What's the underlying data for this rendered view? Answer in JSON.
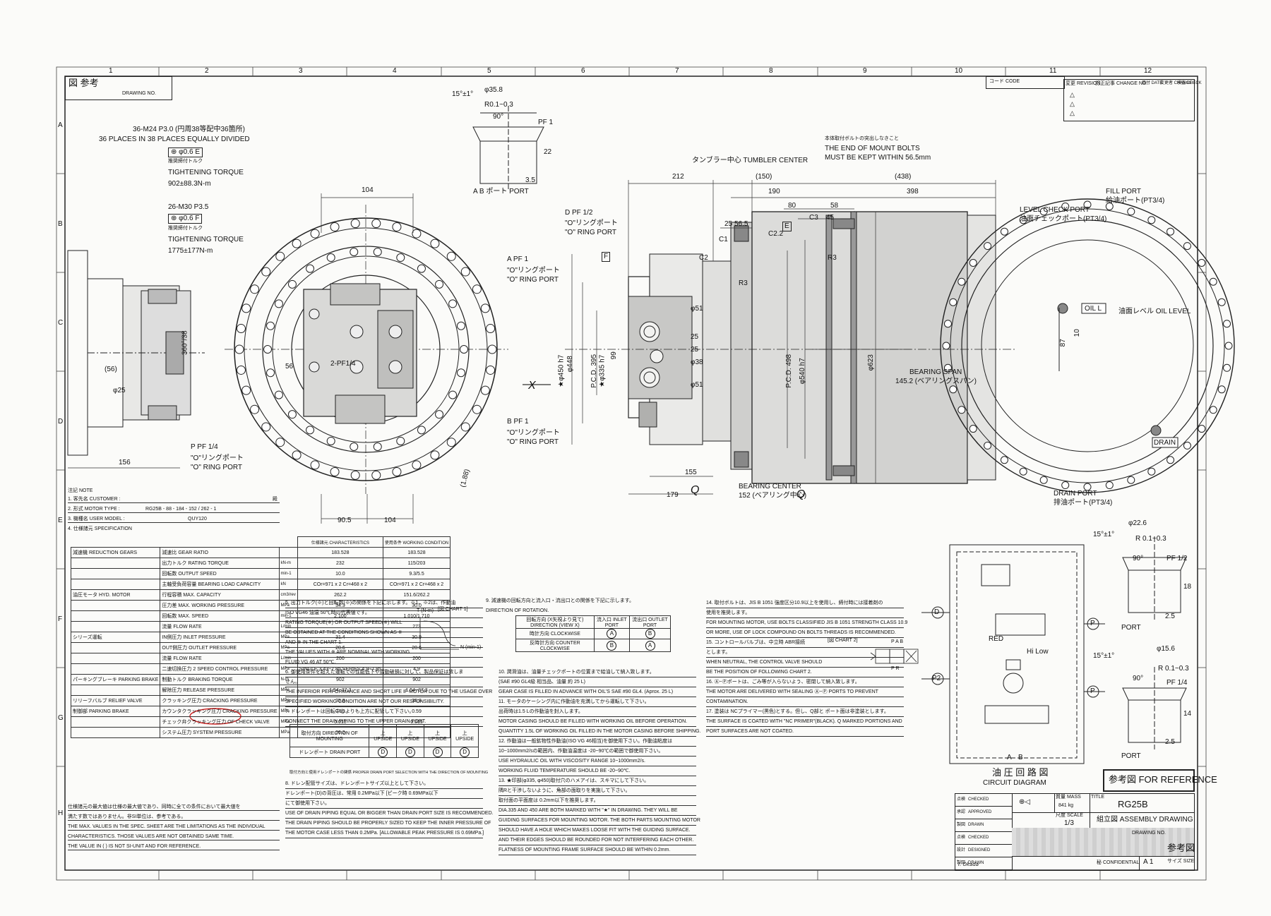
{
  "grid": {
    "cols": [
      "1",
      "2",
      "3",
      "4",
      "5",
      "6",
      "7",
      "8",
      "9",
      "10",
      "11",
      "12"
    ],
    "rows": [
      "A",
      "B",
      "C",
      "D",
      "E",
      "F",
      "G",
      "H"
    ]
  },
  "header": {
    "ref_stamp": "図 参考",
    "drawing_no_label": "DRAWING NO.",
    "code_label": "コード CODE",
    "rev_cols": [
      "変更 REVISION",
      "訂正記事 CHANGE NO.",
      "日付 DATE",
      "変更者 CHANGE",
      "検査 CHECK"
    ]
  },
  "callouts": {
    "bolts1_line1": "36-M24 P3.0 (円周38等配中36箇所)",
    "bolts1_line2": "36 PLACES IN 38 PLACES EQUALLY DIVIDED",
    "bolts1_tol": "⊕ φ0.6 E",
    "torque_jp": "推奨締付トルク",
    "torque_label": "TIGHTENING TORQUE",
    "bolts1_torque": "902±88.3N-m",
    "bolts2_line1": "26-M30 P3.5",
    "bolts2_tol": "⊕ φ0.6 F",
    "bolts2_torque": "1775±177N-m",
    "port_p": "P  PF 1/4",
    "oring_jp": "\"O\"リングポート",
    "oring_en": "\"O\" RING PORT",
    "port_d": "D  PF 1/2",
    "port_a": "A  PF 1",
    "port_b": "B  PF 1",
    "port_ab": "A B ポート PORT",
    "port_plain": "PORT",
    "tumbler_center": "タンブラー中心 TUMBLER CENTER",
    "mount_note_jp": "本体取付ボルトの突出しなきこと",
    "mount_note_en1": "THE END OF MOUNT BOLTS",
    "mount_note_en2": "MUST BE KEPT WITHIN 56.5mm",
    "bearing_span": "BEARING SPAN",
    "bearing_span_val": "145.2 (ベアリングスパン)",
    "bearing_center": "BEARING CENTER",
    "bearing_center_val": "152 (ベアリング中心)",
    "fill_port": "FILL PORT",
    "fill_port_jp": "給油ポート(PT3/4)",
    "level_port": "LEVEL CHECK PORT",
    "level_port_jp": "油面チェックポート(PT3/4)",
    "oil_level": "油面レベル OIL LEVEL",
    "oil_l": "OIL L",
    "drain": "DRAIN",
    "drain_port": "DRAIN PORT",
    "drain_port_jp": "排油ポート(PT3/4)",
    "x_mark": "X",
    "q_mark": "Q"
  },
  "dims": {
    "d104": "104",
    "d56": "(56)",
    "d25": "φ25",
    "d156": "156",
    "d90_5": "90.5",
    "d104b": "104",
    "d1_88": "(1.88)",
    "d360_38": "360°/38",
    "d56b": "56",
    "pf14": "2-PF1/4",
    "d212": "212",
    "d150": "(150)",
    "d438": "(438)",
    "d190": "190",
    "d398": "398",
    "d80": "80",
    "d58": "58",
    "d45": "45",
    "d25b": "25",
    "d56_5": "56.5",
    "d448": "φ448",
    "d450": "★φ450 h7",
    "pcd395": "P.C.D. 395",
    "d335": "★φ335 h7",
    "d99": "99",
    "d51a": "φ51",
    "d38": "φ38",
    "d51b": "φ51",
    "d25c": "25",
    "d25d": "25",
    "pcd498": "P.C.D. 498",
    "d540": "φ540 h7",
    "d623": "φ623",
    "d155": "155",
    "d179": "179",
    "d87": "87",
    "d10": "10",
    "c1": "C1",
    "c2": "C2",
    "c3": "C3",
    "c22": "C2.2",
    "r3": "R3",
    "e": "E",
    "f": "F",
    "det1_d": "φ35.8",
    "det1_a": "15°±1°",
    "det1_r": "R0.1~0.3",
    "det1_ang": "90°",
    "det1_pf": "PF 1",
    "det1_22": "22",
    "det1_3": "3.5",
    "det2_d": "φ22.6",
    "det2_r": "R 0.1~0.3",
    "det2_ang": "90°",
    "det2_pf": "PF 1/2",
    "det2_18": "18",
    "det2_2": "2.5",
    "det3_d": "φ15.6",
    "det3_r": "R 0.1~0.3",
    "det3_ang": "90°",
    "det3_pf": "PF 1/4",
    "det3_14": "14",
    "det3_2": "2.5",
    "det_a": "15°±1°"
  },
  "notes_left": {
    "title": "注記 NOTE",
    "n1_label": "1. 客先名 CUSTOMER :",
    "n1_val": "殿",
    "n2_label": "2. 形式 MOTOR TYPE :",
    "n2_val": "RG25B - 88 - 184 - 152 / 262 - 1",
    "n3_label": "3. 機種名 USER MODEL :",
    "n3_val": "QUY120",
    "n4_label": "4. 仕様諸元 SPECIFICATION",
    "col1": "仕様諸元 CHARACTERISTICS",
    "col2": "使用条件 WORKING CONDITION",
    "foot1": "仕様諸元の最大値は仕様の最大値であり、同時に全ての条件において最大値を",
    "foot2": "満たす数ではありません。非SI単位は、参考である。",
    "foot3": "THE MAX. VALUES IN THE SPEC. SHEET ARE THE LIMITATIONS AS THE INDIVIDUAL",
    "foot4": "CHARACTERISTICS. THOSE VALUES ARE NOT OBTAINED SAME TIME.",
    "foot5": "THE VALUE IN (  ) IS NOT SI-UNIT AND FOR REFERENCE."
  },
  "spec_rows": [
    {
      "group": "減速機 REDUCTION GEARS",
      "item": "減速比 GEAR RATIO",
      "unit": "",
      "v1": "183.528",
      "v2": "183.528"
    },
    {
      "group": "",
      "item": "出力トルク RATING TORQUE",
      "unit": "kN-m",
      "v1": "232",
      "v2": "115/203"
    },
    {
      "group": "",
      "item": "回転数 OUTPUT SPEED",
      "unit": "min-1",
      "v1": "10.0",
      "v2": "9.3/5.5"
    },
    {
      "group": "",
      "item": "主軸受負荷容量 BEARING LOAD CAPACITY",
      "unit": "kN",
      "v1": "COr=971 x 2 Cr=468 x 2",
      "v2": "COr=971 x 2 Cr=468 x 2"
    },
    {
      "group": "油圧モータ HYD. MOTOR",
      "item": "行程容積 MAX. CAPACITY",
      "unit": "cm3/rev",
      "v1": "262.2",
      "v2": "151.6/262.2"
    },
    {
      "group": "",
      "item": "圧力差 MAX. WORKING PRESSURE",
      "unit": "MPa",
      "v1": "34.3",
      "v2": "30.0"
    },
    {
      "group": "",
      "item": "回転数 MAX. SPEED",
      "unit": "min-1",
      "v1": "2,100",
      "v2": "1,010/1,710"
    },
    {
      "group": "",
      "item": "流量 FLOW RATE",
      "unit": "L/min",
      "v1": "",
      "v2": "273"
    },
    {
      "group": "シリーズ運転",
      "item": "IN側圧力 INLET PRESSURE",
      "unit": "MPa",
      "v1": "31.4",
      "v2": "30.9"
    },
    {
      "group": "",
      "item": "OUT側圧力 OUTLET PRESSURE",
      "unit": "MPa",
      "v1": "20.6",
      "v2": "20.6"
    },
    {
      "group": "",
      "item": "流量 FLOW RATE",
      "unit": "L/min",
      "v1": "200",
      "v2": "200"
    },
    {
      "group": "",
      "item": "二速切換圧力 2 SPEED CONTROL PRESSURE",
      "unit": "MPa",
      "v1": "SINGLE 3.43~7.85 SERIES 4.9~7.85",
      "v2": "4.9"
    },
    {
      "group": "パーキングブレーキ PARKING BRAKE",
      "item": "制動トルク BRAKING TORQUE",
      "unit": "N-m",
      "v1": "902",
      "v2": "902"
    },
    {
      "group": "",
      "item": "解除圧力 RELEASE PRESSURE",
      "unit": "MPa",
      "v1": "1.54~37.3",
      "v2": "1.54~37.3"
    },
    {
      "group": "リリーフバルブ RELIEF VALVE",
      "item": "クラッキング圧力 CRACKING PRESSURE",
      "unit": "MPa",
      "v1": "35.8",
      "v2": "35.8"
    },
    {
      "group": "制御部 PARKING BRAKE",
      "item": "カウンタクラッキング圧力 CRACKING PRESSURE",
      "unit": "MPa",
      "v1": "0.59",
      "v2": "0.59"
    },
    {
      "group": "",
      "item": "チェック弁クラッキング圧力 OF CHECK VALVE",
      "unit": "MPa",
      "v1": "0.015",
      "v2": "0.015"
    },
    {
      "group": "",
      "item": "システム圧力 SYSTEM PRESSURE",
      "unit": "MPa",
      "v1": "30.0",
      "v2": ""
    }
  ],
  "notes_mid": [
    "5. 出力トルク(※)と回転数(※)の関係を下記に示します。※1、※2は、作動油",
    "ISO VG46 油温 50℃時の代表値です。",
    "RATING TORQUE(※) OR OUTPUT SPEED(※) WILL",
    "BE OBTAINED AT THE CONDITIONS SHOWN AS ※",
    "AND ※ IN THE CHART 1.",
    "THE VALUES WITH ※ ARE NOMINAL WITH WORKING",
    "FLUID VG 46 AT 50℃.",
    "6. 御使用条件を超えた運転での性能低下や摺動破損に対して、製品保証は致しま",
    "せん。",
    "THE INFERIOR PERFORMANCE AND SHORT LIFE IF MOTOR DUE TO THE USAGE OVER",
    "SPECIFIED WORKING CONDITION ARE NOT OUR RESPONSIBILITY.",
    "7. ドレンポートは回転中心よりも上方に配管して下さい。",
    "CONNECT THE DRAIN PIPING TO THE UPPER DRAIN PORT."
  ],
  "chart1": {
    "title": "[図 CHART 1]",
    "ylabel": "T (N-m)",
    "xlabel": "N (min-1)"
  },
  "drain_table": {
    "row1": "取付方向 DIRECTION OF MOUNTING",
    "row2": "ドレンポート DRAIN PORT",
    "upside": [
      "上 UPSIDE",
      "上 UPSIDE",
      "上 UPSIDE",
      "上 UPSIDE"
    ],
    "ports": [
      "D",
      "D",
      "D",
      "D"
    ],
    "caption": "取付方向と使用ドレンポートの関係 PROPER DRAIN PORT SELECTION WITH THE DIRECTION OF MOUNTING"
  },
  "notes_mid2": [
    "8. ドレン配管サイズは、ドレンポートサイズ以上として下さい。",
    "ドレンポート(D)の背圧は、常用 0.2MPa以下 [ピーク時 0.69MPa以下",
    "にて御使用下さい。",
    "USE OF DRAIN PIPING EQUAL OR BIGGER THAN DRAIN PORT SIZE IS RECOMMENDED.",
    "THE DRAIN PIPING SHOULD BE PROPERLY SIZED TO KEEP THE INNER PRESSURE OF",
    "THE MOTOR CASE LESS THAN 0.2MPa. [ALLOWABLE PEAK PRESSURE IS 0.69MPa.]"
  ],
  "notes_9": {
    "title": "9. 減速機の回転方向と流入口・流出口との関係を下記に示します。",
    "title_en": "DIRECTION OF ROTATION.",
    "h1": "回転方向 (X矢視より見て) DIRECTION (VIEW X)",
    "h2": "流入口 INLET PORT",
    "h3": "流出口 OUTLET PORT",
    "r1": "時計方向 CLOCKWISE",
    "r1a": "A",
    "r1b": "B",
    "r2": "反時計方向 COUNTER CLOCKWISE",
    "r2a": "B",
    "r2b": "A"
  },
  "notes_right": [
    "10. 潤滑油は、油量チェックポートの位置まで給油して納入致します。",
    "(SAE #90 GL4級 相当品、油量 約 25 L)",
    "GEAR CASE IS FILLED IN ADVANCE WITH OIL'S SAE #90 GL4. (Aprox. 25 L)",
    "11. モータのケーシング内に作動油を充満してから運転して下さい。",
    "出荷時は1.5 Lの作動油を封入します。",
    "MOTOR CASING SHOULD BE FILLED WITH WORKING OIL BEFORE OPERATION.",
    "QUANTITY 1.5L OF WORKING OIL FILLED IN THE MOTOR CASING BEFORE SHIPPING.",
    "12. 作動油は一般鉱物性作動油(ISO VG 46相当)を御使用下さい。作動油粘度は",
    "10~1000mm2/sの範囲内、作動油温度は -20~90℃の範囲で御使用下さい。",
    "USE HYDRAULIC OIL WITH VISCOSITY RANGE 10~1000mm2/s.",
    "WORKING FLUID TEMPERATURE SHOULD BE -20~90℃.",
    "13. ★印部(φ335, φ450)取付穴のハメアイは、スキマにして下さい。",
    "隅Rと干渉しないように、角部の面取りを実施して下さい。",
    "取付面の平面度は 0.2mm以下を推奨します。",
    "DIA.335 AND 450 ARE BOTH MARKED WITH \"★\" IN DRAWING. THEY WILL BE",
    "GUIDING SURFACES FOR MOUNTING MOTOR. THE BOTH PARTS MOUNTING MOTOR",
    "SHOULD HAVE A HOLE WHICH MAKES LOOSE FIT WITH THE GUIDING SURFACE.",
    "AND THEIR EDGES SHOULD BE ROUNDED FOR NOT INTERFERING EACH OTHER.",
    "FLATNESS OF MOUNTING FRAME SURFACE SHOULD BE WITHIN 0.2mm."
  ],
  "notes_far": [
    "14. 取付ボルトは、JIS B 1051 強度区分10.9以上を使用し、締付時には接着剤の",
    "使用を推奨します。",
    "FOR MOUNTING MOTOR, USE BOLTS CLASSIFIED JIS B 1051 STRENGTH CLASS 10.9",
    "OR MORE, USE OF LOCK COMPOUND ON BOLTS THREADS IS RECOMMENDED.",
    "15. コントロールバルブは、中立時 ABR接続",
    "とします。",
    "WHEN NEUTRAL, THE CONTROL VALVE SHOULD",
    "BE THE POSITION OF FOLLOWING CHART 2.",
    "16. Ⓐ~Ⓟポートは、ごみ等が入らないよう、密閉して納入致します。",
    "THE MOTOR ARE DELIVERED WITH SEALING Ⓐ~Ⓟ PORTS TO PREVENT",
    "CONTAMINATION.",
    "17. 塗装は NCプライマー(黒色)とする。但し、Q部と ポート面は非塗装とします。",
    "THE SURFACE IS COATED WITH \"NC PRIMER\"(BLACK). Q MARKED PORTIONS AND",
    "PORT SURFACES ARE NOT COATED."
  ],
  "chart2": {
    "title": "[図 CHART 2]",
    "labels": "P A B",
    "labels2": "P R"
  },
  "circuit": {
    "title_jp": "油 圧 回 路 図",
    "title_en": "CIRCUIT DIAGRAM",
    "ports": [
      "D",
      "P",
      "P2",
      "P",
      "A",
      "B"
    ],
    "red": "RED",
    "hilow": "Hi Low"
  },
  "reference": "参考図 FOR REFERENCE",
  "titleblock": {
    "title_label": "TITLE",
    "model": "RG25B",
    "name": "組立図 ASSEMBLY DRAWING",
    "mass_label": "質量 MASS",
    "mass": "841 kg",
    "scale_label": "尺度 SCALE",
    "scale": "1/3",
    "sheet_size": "A 1",
    "sheet_size_label": "サイズ SIZE",
    "ref_small": "参考図",
    "confidential": "秘 CONFIDENTIAL",
    "drawing_label": "DRAWING NO.",
    "roles": [
      "CHECKED",
      "APPROVED",
      "DRAWN",
      "CHECKED",
      "DESIGNED",
      "DRAWN"
    ],
    "roles_jp": [
      "点検",
      "承認",
      "製図",
      "点検",
      "設計",
      "製図"
    ],
    "drawn_by": "I. Okada"
  }
}
